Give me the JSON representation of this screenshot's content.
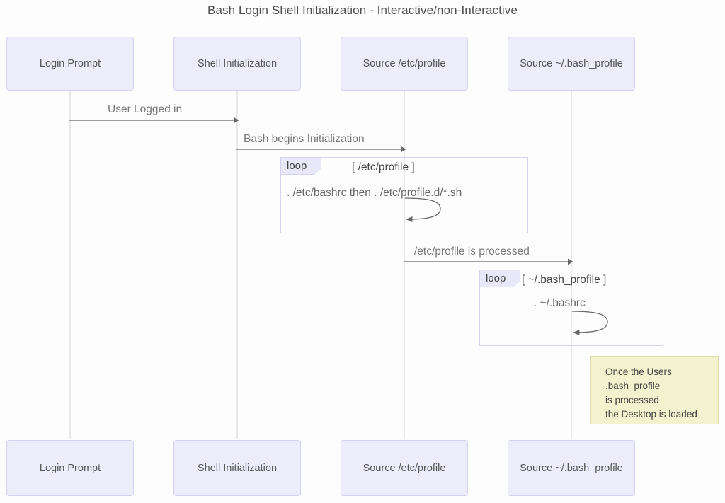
{
  "title": "Bash Login Shell Initialization - Interactive/non-Interactive",
  "colors": {
    "background": "#fdfdfd",
    "actor_fill": "#ececfb",
    "actor_border": "#d3d3f0",
    "lifeline": "#e8e8e8",
    "arrow": "#666666",
    "label_text": "#777777",
    "title_text": "#4d4d4d",
    "loop_tab_fill": "#e8e8f8",
    "loop_border": "#d3d3f0",
    "note_fill": "#f3f2ce",
    "note_border": "#dedcab",
    "note_text": "#444444"
  },
  "participants": [
    {
      "id": "login-prompt",
      "label": "Login Prompt"
    },
    {
      "id": "shell-initialization",
      "label": "Shell Initialization"
    },
    {
      "id": "source-etc-profile",
      "label": "Source /etc/profile"
    },
    {
      "id": "source-bash-profile",
      "label": "Source ~/.bash_profile"
    }
  ],
  "messages": [
    {
      "id": "user-logged-in",
      "label": "User Logged in",
      "from": "login-prompt",
      "to": "shell-initialization",
      "type": "arrow"
    },
    {
      "id": "bash-begins-init",
      "label": "Bash begins Initialization",
      "from": "shell-initialization",
      "to": "source-etc-profile",
      "type": "arrow"
    },
    {
      "id": "etc-profile-processed",
      "label": "/etc/profile is processed",
      "from": "source-etc-profile",
      "to": "source-bash-profile",
      "type": "arrow"
    }
  ],
  "loops": [
    {
      "id": "loop-etc-profile",
      "keyword": "loop",
      "condition": "[ /etc/profile ]",
      "self_message": ". /etc/bashrc then . /etc/profile.d/*.sh",
      "on": "source-etc-profile"
    },
    {
      "id": "loop-bash-profile",
      "keyword": "loop",
      "condition": "[ ~/.bash_profile ]",
      "self_message": ". ~/.bashrc",
      "on": "source-bash-profile"
    }
  ],
  "note": {
    "id": "note-desktop-loaded",
    "lines": [
      "Once the Users",
      ".bash_profile",
      "is processed",
      "the Desktop is loaded"
    ],
    "text": "Once the Users\n.bash_profile\nis processed\nthe Desktop is loaded"
  }
}
